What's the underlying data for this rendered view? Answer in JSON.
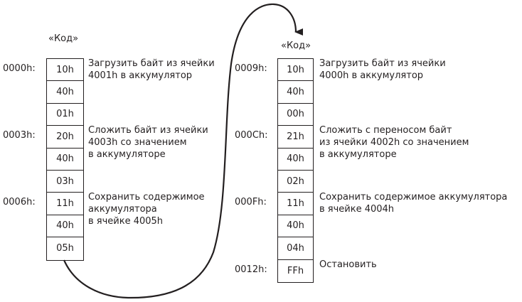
{
  "left": {
    "title": "«Код»",
    "cells": [
      "10h",
      "40h",
      "01h",
      "20h",
      "40h",
      "03h",
      "11h",
      "40h",
      "05h"
    ],
    "addresses": [
      {
        "label": "0000h:",
        "row": 0
      },
      {
        "label": "0003h:",
        "row": 3
      },
      {
        "label": "0006h:",
        "row": 6
      }
    ],
    "descriptions": [
      {
        "row": 0,
        "lines": [
          "Загрузить байт из ячейки",
          "4001h в аккумулятор"
        ]
      },
      {
        "row": 3,
        "lines": [
          "Сложить байт из ячейки",
          "4003h со значением",
          "в аккумуляторе"
        ]
      },
      {
        "row": 6,
        "lines": [
          "Сохранить содержимое",
          "аккумулятора",
          "в ячейке 4005h"
        ]
      }
    ]
  },
  "right": {
    "title": "«Код»",
    "cells": [
      "10h",
      "40h",
      "00h",
      "21h",
      "40h",
      "02h",
      "11h",
      "40h",
      "04h",
      "FFh"
    ],
    "addresses": [
      {
        "label": "0009h:",
        "row": 0
      },
      {
        "label": "000Ch:",
        "row": 3
      },
      {
        "label": "000Fh:",
        "row": 6
      },
      {
        "label": "0012h:",
        "row": 9
      }
    ],
    "descriptions": [
      {
        "row": 0,
        "lines": [
          "Загрузить байт из ячейки",
          "4000h в аккумулятор"
        ]
      },
      {
        "row": 3,
        "lines": [
          "Сложить с переносом байт",
          "из ячейки 4002h со значением",
          "в аккумуляторе"
        ]
      },
      {
        "row": 6,
        "lines": [
          "Сохранить содержимое аккумулятора",
          "в ячейке 4004h"
        ]
      },
      {
        "row": 9,
        "lines": [
          "Остановить"
        ]
      }
    ]
  },
  "connector": {
    "from": "left.cells.8",
    "to": "right.title",
    "style": "curved-arrow"
  }
}
